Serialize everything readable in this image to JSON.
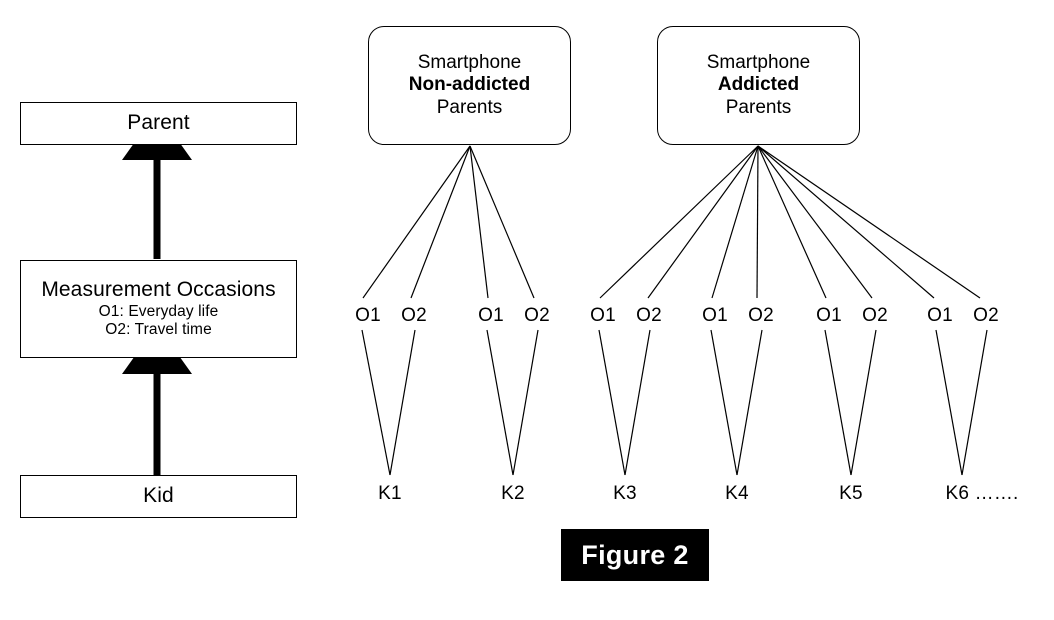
{
  "figure": {
    "caption": "Figure 2",
    "caption_bg": "#000000",
    "caption_fg": "#ffffff",
    "line_color": "#000000",
    "box_fill": "#ffffff"
  },
  "legend_panel": {
    "levels": [
      {
        "id": "parent-level",
        "title": "Parent",
        "sublines": []
      },
      {
        "id": "measurement-occasions-level",
        "title": "Measurement Occasions",
        "sublines": [
          "O1: Everyday life",
          "O2: Travel time"
        ]
      },
      {
        "id": "kid-level",
        "title": "Kid",
        "sublines": []
      }
    ],
    "arrows": [
      {
        "from": "kid-level",
        "to": "measurement-occasions-level",
        "style": "solid-thick-up-arrow"
      },
      {
        "from": "measurement-occasions-level",
        "to": "parent-level",
        "style": "solid-thick-up-arrow"
      }
    ]
  },
  "structure_panel": {
    "groups": [
      {
        "id": "non-addicted-group",
        "line1": "Smartphone",
        "line2": "Non-addicted",
        "line3": "Parents",
        "kids": [
          {
            "label": "K1",
            "occasions": [
              "O1",
              "O2"
            ]
          },
          {
            "label": "K2",
            "occasions": [
              "O1",
              "O2"
            ]
          }
        ]
      },
      {
        "id": "addicted-group",
        "line1": "Smartphone",
        "line2": "Addicted",
        "line3": "Parents",
        "kids": [
          {
            "label": "K3",
            "occasions": [
              "O1",
              "O2"
            ]
          },
          {
            "label": "K4",
            "occasions": [
              "O1",
              "O2"
            ]
          },
          {
            "label": "K5",
            "occasions": [
              "O1",
              "O2"
            ]
          },
          {
            "label": "K6 …….",
            "occasions": [
              "O1",
              "O2"
            ]
          }
        ]
      }
    ]
  }
}
